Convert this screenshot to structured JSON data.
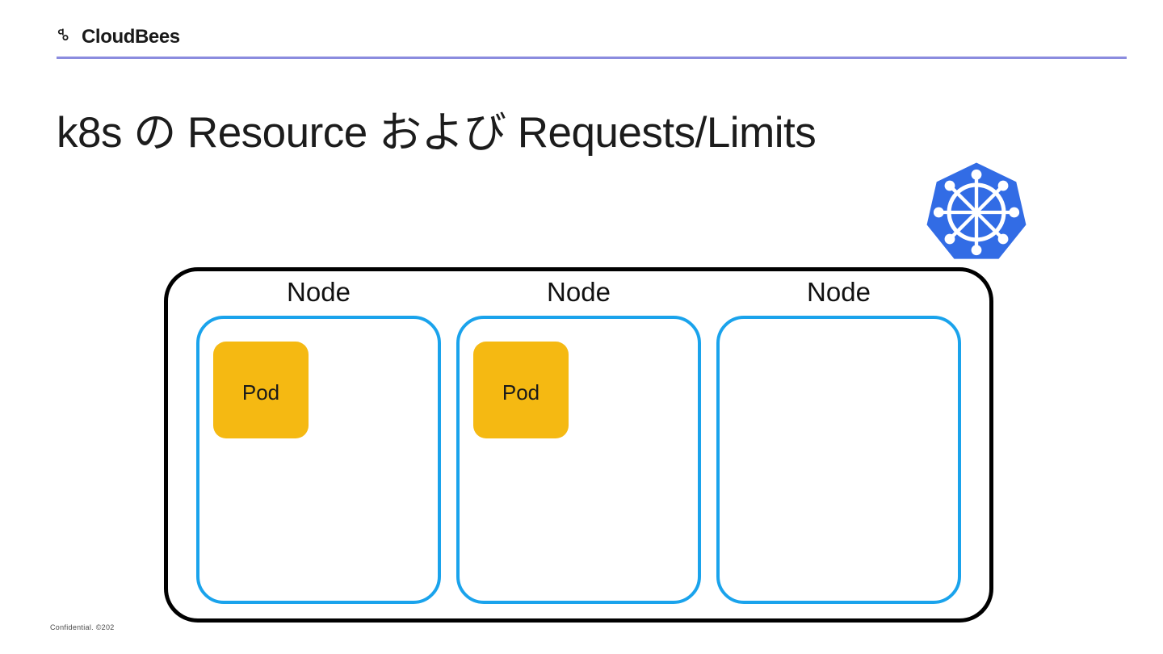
{
  "brand": {
    "name": "CloudBees",
    "mark_icon": "cloudbees-bee-icon",
    "rule_color": "#8b8cdf"
  },
  "title": "k8s の Resource および Requests/Limits",
  "logo": {
    "name": "kubernetes-logo",
    "color": "#326ce5"
  },
  "diagram": {
    "cluster_border_color": "#000000",
    "node_border_color": "#1aa3ec",
    "pod_color": "#f5b912",
    "nodes": [
      {
        "label": "Node",
        "pods": [
          {
            "label": "Pod"
          }
        ]
      },
      {
        "label": "Node",
        "pods": [
          {
            "label": "Pod"
          }
        ]
      },
      {
        "label": "Node",
        "pods": []
      }
    ]
  },
  "footer": {
    "text": "Confidential. ©202"
  }
}
